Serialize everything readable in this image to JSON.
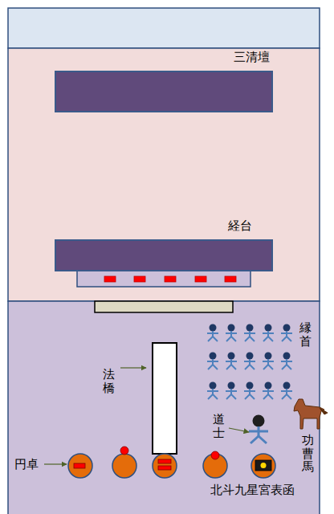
{
  "diagram": {
    "nodes": [
      {
        "text": [
          "三清壇"
        ]
      },
      {
        "text": [
          "経台"
        ]
      }
    ],
    "labels": [
      "縁首",
      "法橋",
      "道士",
      "功曹馬",
      "円卓",
      "北斗九星宮表函"
    ]
  }
}
